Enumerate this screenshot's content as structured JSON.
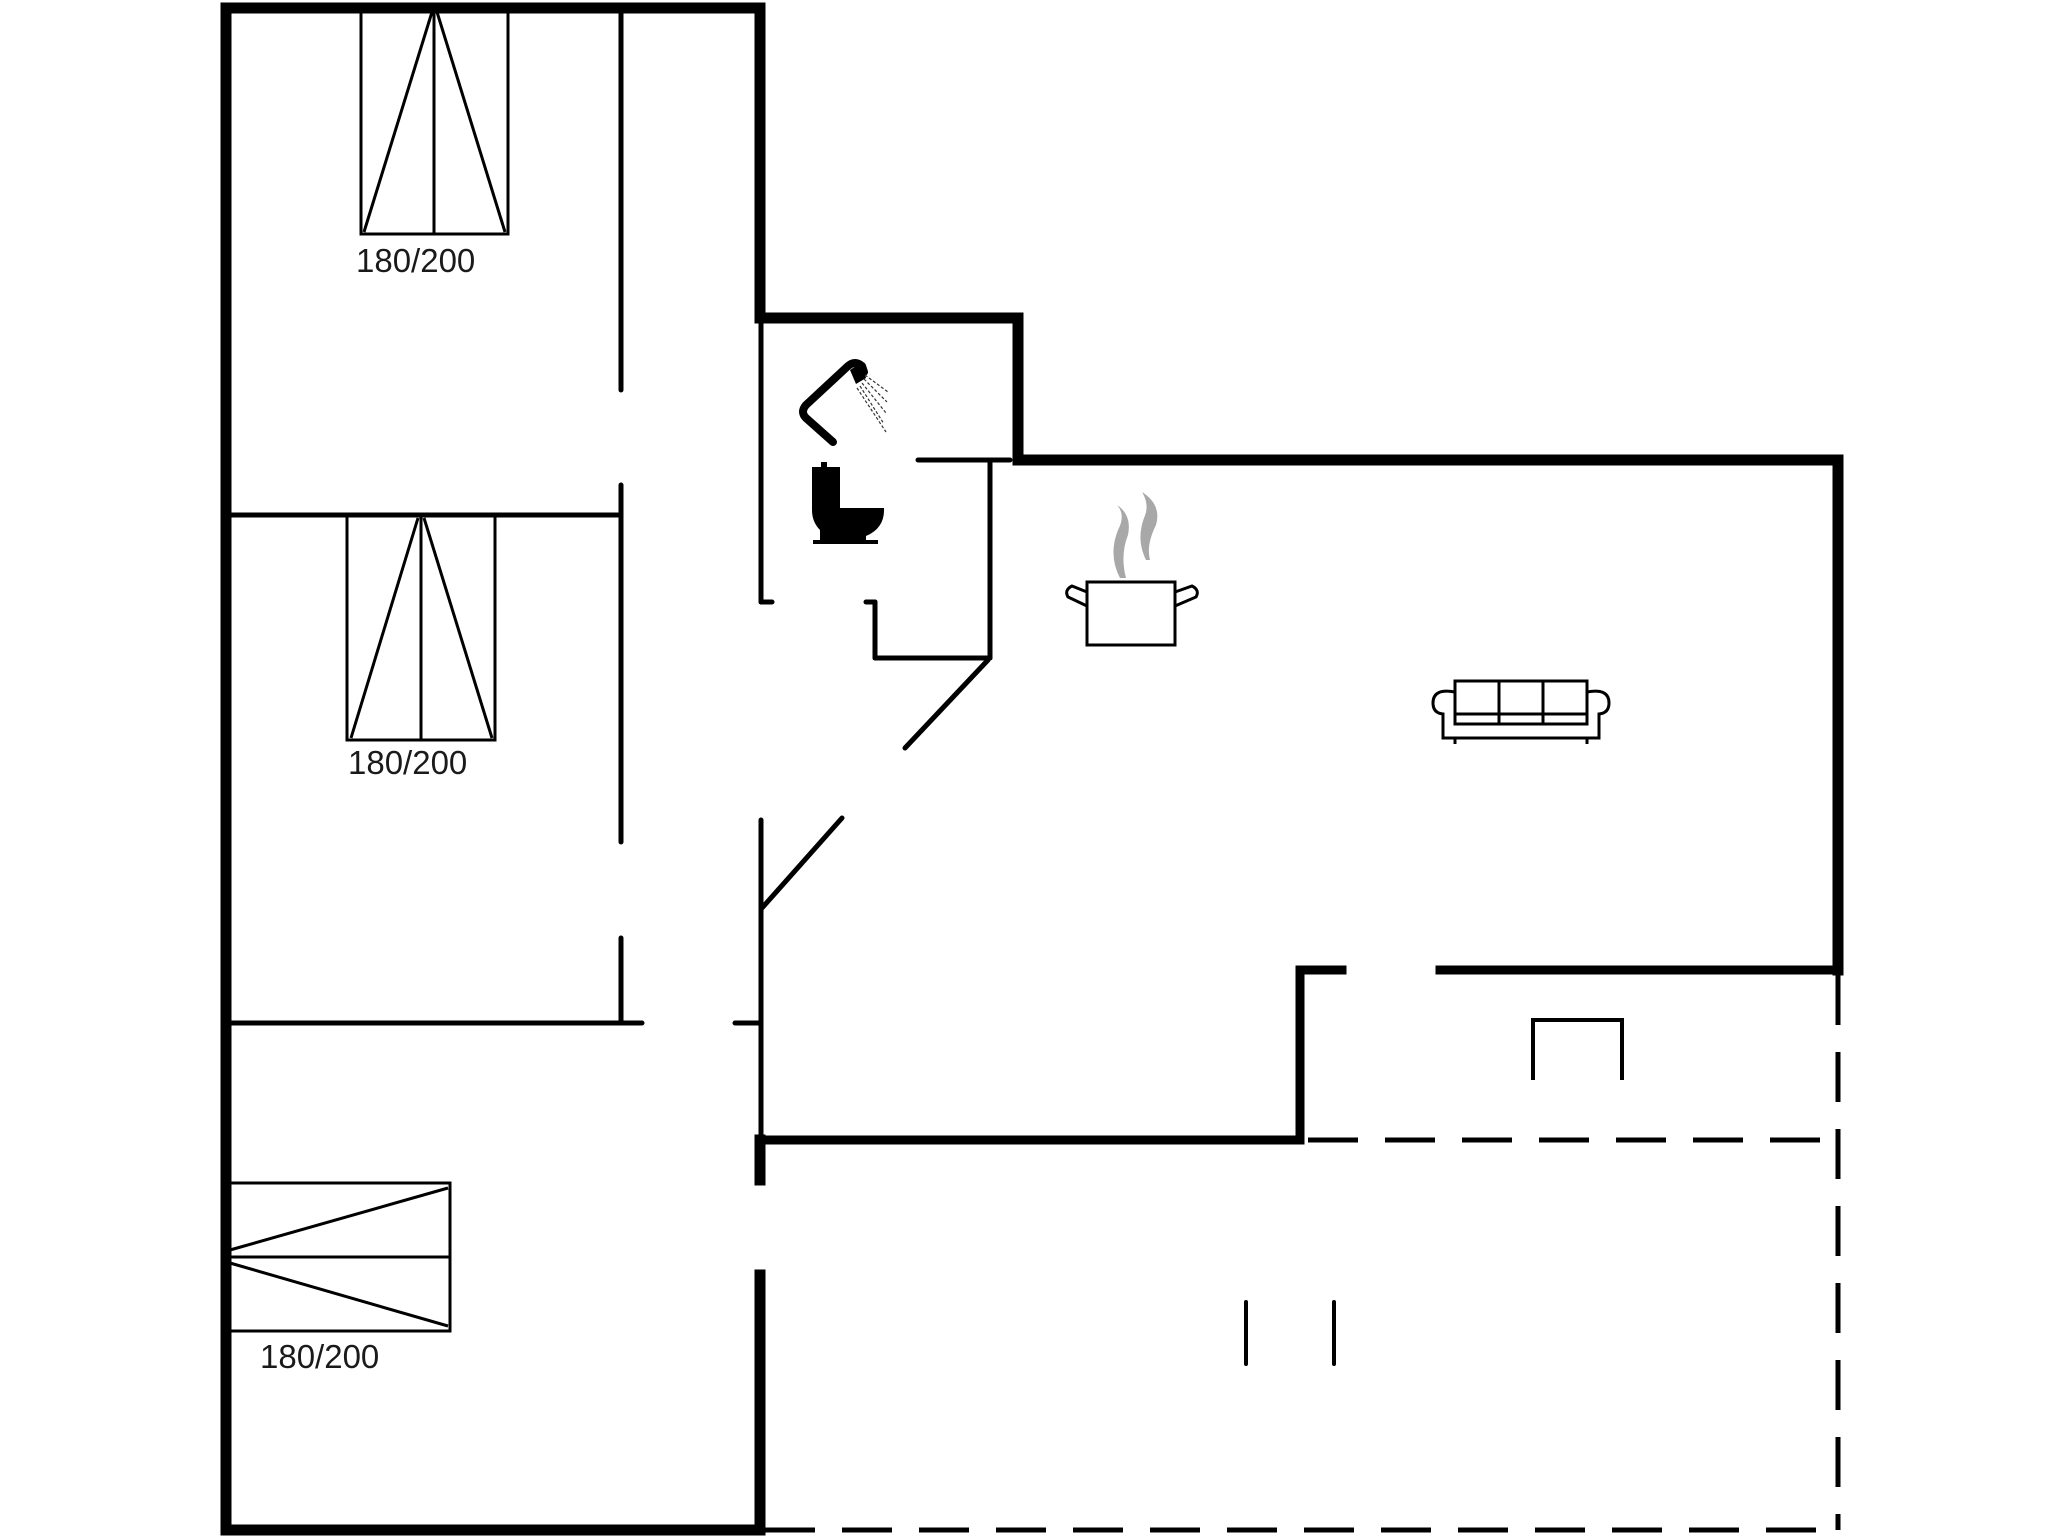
{
  "plan": {
    "background": "#ffffff",
    "wall_color": "#000000",
    "steam_color": "#a8a8a8"
  },
  "rooms": [
    {
      "name": "bedroom-1",
      "bed": {
        "label": "180/200",
        "orientation": "vertical"
      }
    },
    {
      "name": "bedroom-2",
      "bed": {
        "label": "180/200",
        "orientation": "vertical"
      }
    },
    {
      "name": "bedroom-3",
      "bed": {
        "label": "180/200",
        "orientation": "horizontal"
      }
    },
    {
      "name": "bathroom",
      "fixtures": [
        "shower-icon",
        "toilet-icon"
      ]
    },
    {
      "name": "kitchen-living",
      "fixtures": [
        "cooking-pot-icon",
        "sofa-icon"
      ]
    },
    {
      "name": "utility",
      "fixtures": [
        "appliance-outline"
      ]
    },
    {
      "name": "terrace",
      "boundary": "dashed"
    }
  ],
  "labels": {
    "bed1": "180/200",
    "bed2": "180/200",
    "bed3": "180/200"
  }
}
